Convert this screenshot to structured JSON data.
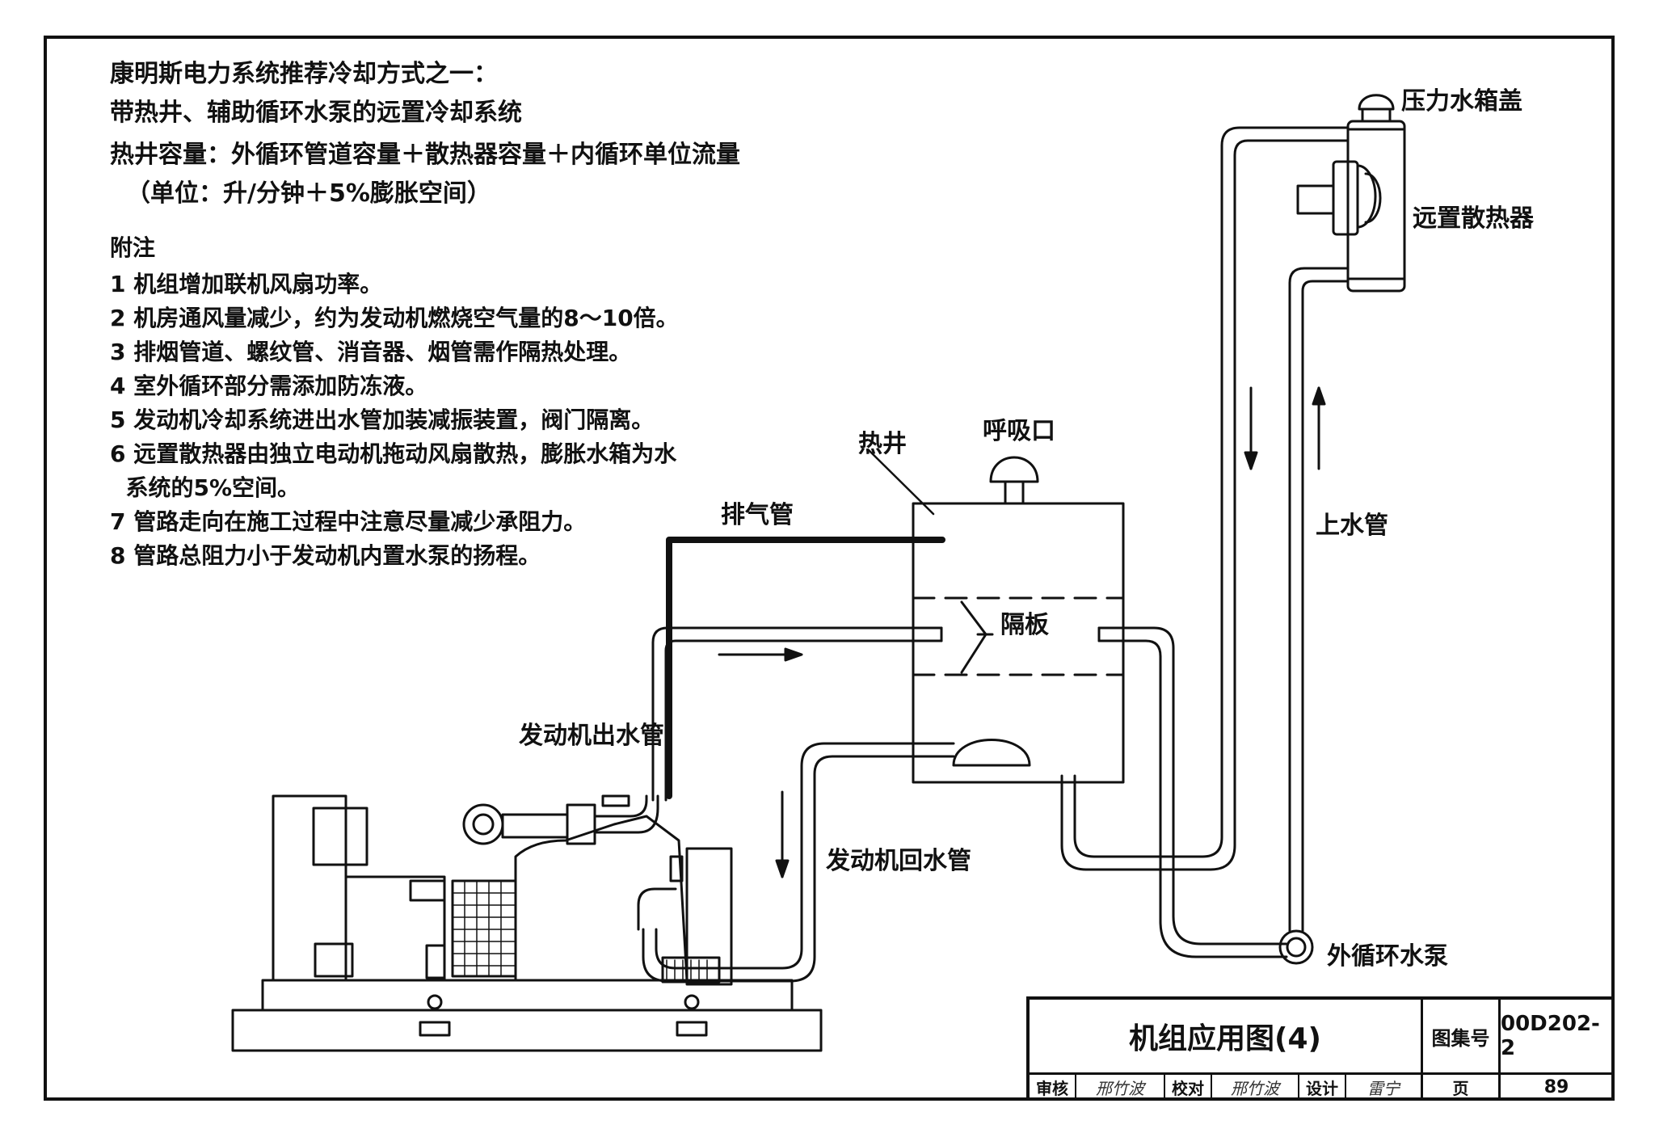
{
  "header": {
    "line1": "康明斯电力系统推荐冷却方式之一：",
    "line2": "带热井、辅助循环水泵的远置冷却系统",
    "line3": "热井容量：外循环管道容量＋散热器容量＋内循环单位流量",
    "line4": "（单位：升/分钟＋5%膨胀空间）"
  },
  "notes": {
    "title": "附注",
    "items": [
      "1 机组增加联机风扇功率。",
      "2 机房通风量减少，约为发动机燃烧空气量的8～10倍。",
      "3 排烟管道、螺纹管、消音器、烟管需作隔热处理。",
      "4 室外循环部分需添加防冻液。",
      "5 发动机冷却系统进出水管加装减振装置，阀门隔离。",
      "6 远置散热器由独立电动机拖动风扇散热，膨胀水箱为水",
      "  系统的5%空间。",
      "7 管路走向在施工过程中注意尽量减少承阻力。",
      "8 管路总阻力小于发动机内置水泵的扬程。"
    ]
  },
  "labels": {
    "pressure_cap": "压力水箱盖",
    "remote_radiator": "远置散热器",
    "hot_well": "热井",
    "breather": "呼吸口",
    "exhaust_pipe": "排气管",
    "baffle": "隔板",
    "engine_outlet": "发动机出水管",
    "engine_return": "发动机回水管",
    "supply_pipe": "上水管",
    "external_pump": "外循环水泵"
  },
  "title_block": {
    "drawing_title": "机组应用图(4)",
    "atlas_label": "图集号",
    "atlas_no": "00D202-2",
    "review_label": "审核",
    "review_sign": "邢竹波",
    "check_label": "校对",
    "check_sign": "邢竹波",
    "design_label": "设计",
    "design_sign": "雷宁",
    "page_label": "页",
    "page_no": "89"
  }
}
